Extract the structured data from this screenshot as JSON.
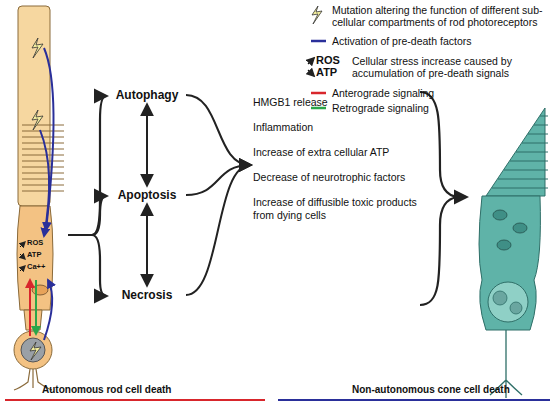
{
  "diagram": {
    "nodes": [
      {
        "text": [
          "Autophagy"
        ]
      },
      {
        "text": [
          "Apoptosis"
        ]
      },
      {
        "text": [
          "Necrosis"
        ]
      },
      {
        "text": [
          "HMGB1 release",
          "Inflammation",
          "Increase of extra cellular ATP",
          "Decrease of neurotrophic factors",
          "Increase of diffusible toxic products from dying cells"
        ]
      }
    ],
    "edges": [
      {
        "from": 0,
        "to": 1,
        "arrow": "both"
      },
      {
        "from": 1,
        "to": 2,
        "arrow": "both"
      },
      {
        "from": 0,
        "to": 3,
        "arrow": "to"
      },
      {
        "from": 1,
        "to": 3,
        "arrow": "to"
      },
      {
        "from": 2,
        "to": 3,
        "arrow": "to"
      }
    ],
    "labels": [
      "ROS",
      "ATP",
      "ROS",
      "ATP",
      "Ca++",
      "Autonomous rod cell death",
      "Non-autonomous cone cell death"
    ],
    "legend": [
      {
        "text": "Mutation altering the function of different sub-cellular compartments of rod photoreceptors"
      },
      {
        "text": "Activation of pre-death factors"
      },
      {
        "text": "Cellular stress increase caused by accumulation of pre-death signals"
      },
      {
        "text": "Anterograde signaling"
      },
      {
        "text": "Retrograde signaling"
      }
    ]
  }
}
